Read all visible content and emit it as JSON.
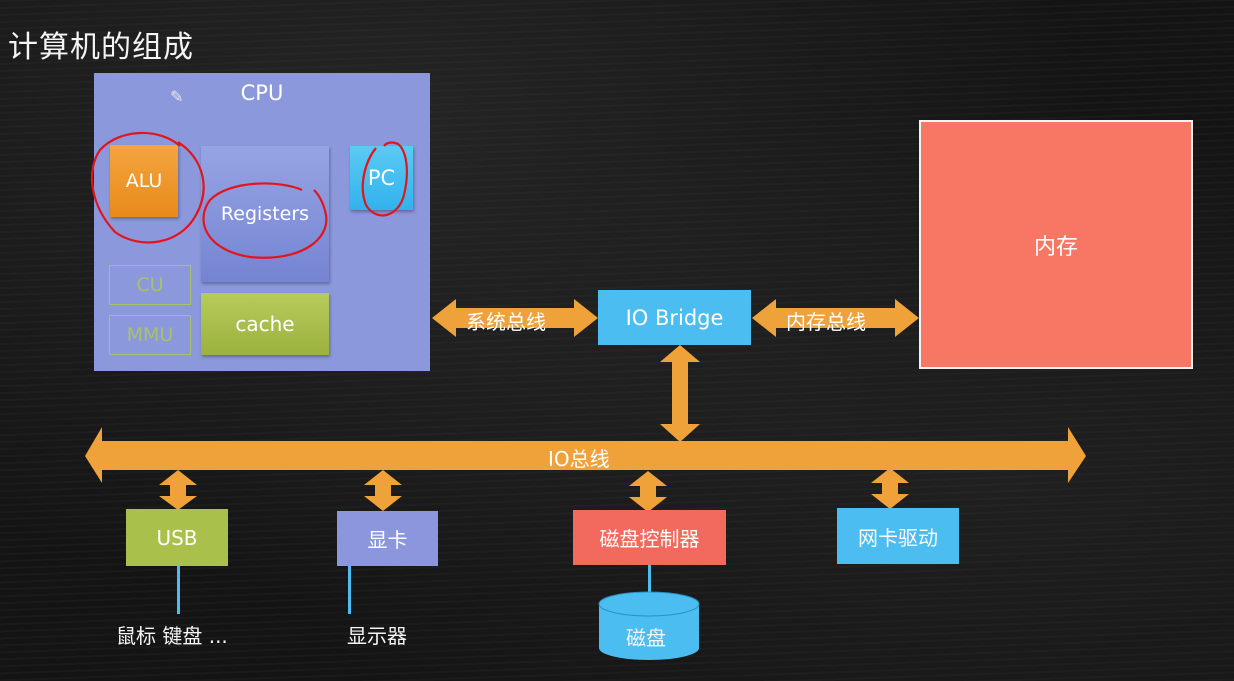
{
  "slide": {
    "title": "计算机的组成"
  },
  "cpu": {
    "label": "CPU",
    "components": {
      "alu": "ALU",
      "registers": "Registers",
      "pc": "PC",
      "cu": "CU",
      "mmu": "MMU",
      "cache": "cache"
    },
    "annotations": {
      "circled": [
        "ALU",
        "Registers",
        "PC"
      ],
      "annotation_color": "#e4141c"
    }
  },
  "memory": {
    "label": "内存"
  },
  "io_bridge": {
    "label": "IO Bridge"
  },
  "buses": {
    "system_bus": "系统总线",
    "memory_bus": "内存总线",
    "io_bus": "IO总线"
  },
  "devices": {
    "usb": {
      "label": "USB",
      "attached": "鼠标 键盘 ..."
    },
    "gpu": {
      "label": "显卡",
      "attached": "显示器"
    },
    "disk_controller": {
      "label": "磁盘控制器",
      "attached": "磁盘"
    },
    "nic": {
      "label": "网卡驱动"
    }
  },
  "colors": {
    "bus_arrow": "#f0a23a",
    "cpu_bg": "#8b98dc",
    "memory_bg": "#f77764",
    "io_bridge_bg": "#4cbdf0",
    "connector_line": "#4cbdf0"
  }
}
